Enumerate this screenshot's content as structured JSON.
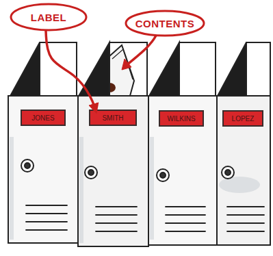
{
  "diagram": {
    "nodes": [
      {
        "text": [
          "LABEL"
        ]
      },
      {
        "text": [
          "CONTENTS"
        ]
      },
      {
        "text": [
          "JONES"
        ]
      },
      {
        "text": [
          "SMITH"
        ]
      },
      {
        "text": [
          "WILKINS"
        ]
      },
      {
        "text": [
          "LOPEZ"
        ]
      }
    ],
    "edges": [
      {
        "from": 0,
        "to": 3,
        "arrow": "to"
      }
    ]
  }
}
